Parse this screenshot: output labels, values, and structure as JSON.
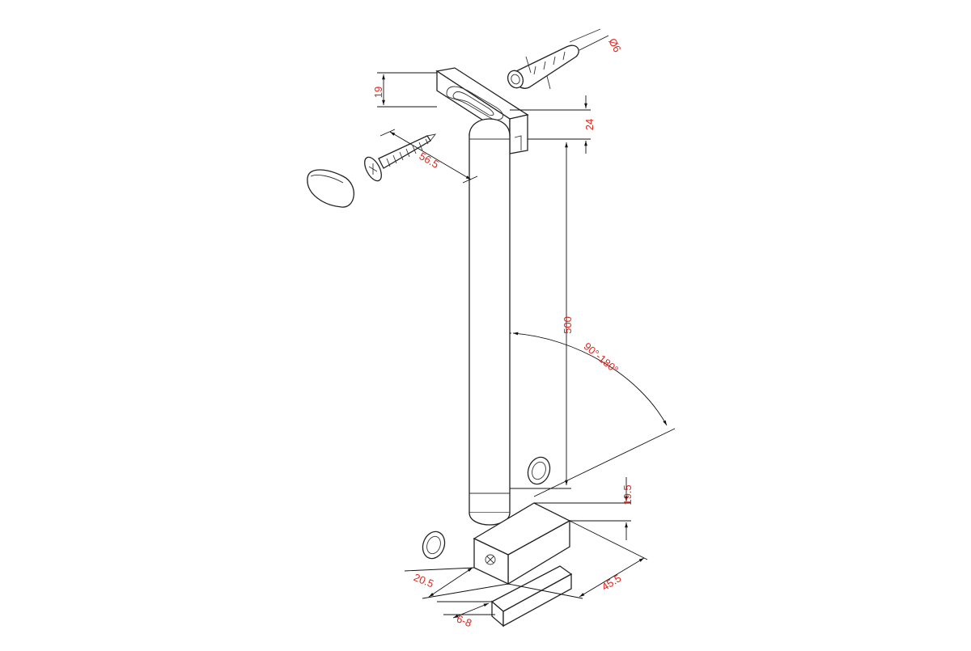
{
  "diagram": {
    "dimensions": {
      "d19": "19",
      "d24": "24",
      "d56_5": "56.5",
      "d6": "Ø6",
      "d500": "500",
      "angle": "90°-180°",
      "d19_5": "19.5",
      "d45_5": "45.5",
      "d20_5": "20.5",
      "d6_8": "6-8"
    },
    "colors": {
      "dimension_text": "#e0251b",
      "lines": "#222222"
    }
  }
}
